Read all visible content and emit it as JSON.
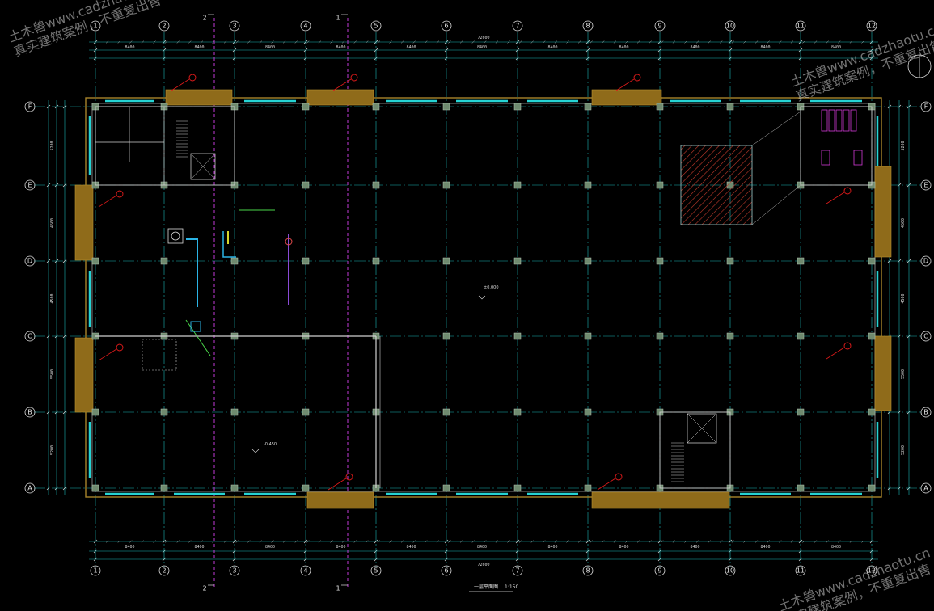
{
  "watermark": {
    "brand": "土木兽www.cadzhaotu.cn",
    "slogan": "真实建筑案例，不重复出售"
  },
  "grid": {
    "columns": [
      "1",
      "2",
      "3",
      "4",
      "5",
      "6",
      "7",
      "8",
      "9",
      "10",
      "11",
      "12"
    ],
    "rows": [
      "F",
      "E",
      "D",
      "C",
      "B",
      "A"
    ]
  },
  "section_marks": [
    "2",
    "1"
  ],
  "dimensions": {
    "overall": "72600",
    "column_bays": [
      "8400",
      "8400",
      "8400",
      "8400",
      "8400",
      "8400",
      "8400",
      "8400",
      "8400",
      "8400",
      "8400"
    ],
    "row_bays": [
      "5200",
      "4500",
      "4500",
      "5500",
      "5200"
    ]
  },
  "labels": {
    "drawing_title": "一层平面图",
    "scale": "1:150",
    "level_center": "±0.000",
    "level_lower": "-0.450"
  },
  "colors": {
    "grid_axis": "#19b3b3",
    "wall_column": "#8a9a8a",
    "door_fill": "#8f6b1a",
    "wall_line": "#a7832a",
    "window": "#25d4d4",
    "leader": "#e01b1b",
    "section_line": "#c23ad8",
    "hatch": "#c0392b"
  }
}
